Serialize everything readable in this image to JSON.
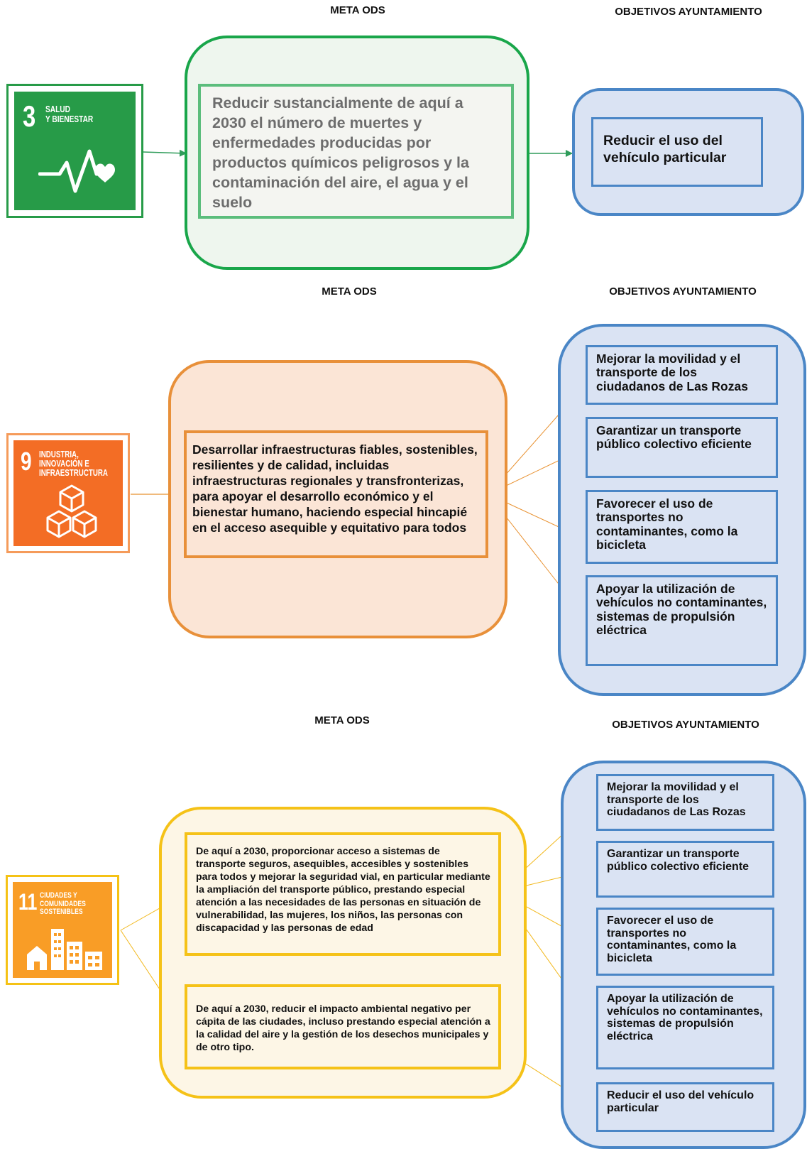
{
  "headers": {
    "meta": "META ODS",
    "objetivos": "OBJETIVOS AYUNTAMIENTO"
  },
  "colors": {
    "sdg3": "#279b48",
    "sdg9": "#f36d25",
    "sdg11": "#f99d26",
    "objective_border": "#4a86c6",
    "objective_fill": "#dae3f3"
  },
  "sections": [
    {
      "sdg": {
        "number": "3",
        "name": "SALUD\nY BIENESTAR",
        "icon": "heartbeat-icon"
      },
      "metas": [
        "Reducir sustancialmente de aquí a 2030 el número de muertes y enfermedades producidas por productos químicos peligrosos y la contaminación del aire, el agua y el suelo"
      ],
      "objetivos": [
        "Reducir el uso del vehículo particular"
      ]
    },
    {
      "sdg": {
        "number": "9",
        "name": "INDUSTRIA,\nINNOVACIÓN E\nINFRAESTRUCTURA",
        "icon": "cubes-icon"
      },
      "metas": [
        "Desarrollar infraestructuras fiables, sostenibles, resilientes y de calidad, incluidas infraestructuras regionales y transfronterizas, para apoyar el desarrollo económico y el bienestar humano, haciendo especial hincapié en el acceso asequible y equitativo para todos"
      ],
      "objetivos": [
        "Mejorar la movilidad y el transporte de los ciudadanos de Las Rozas",
        "Garantizar un transporte público colectivo eficiente",
        "Favorecer el uso de transportes no contaminantes, como la bicicleta",
        "Apoyar la utilización de vehículos no contaminantes, sistemas de propulsión eléctrica"
      ]
    },
    {
      "sdg": {
        "number": "11",
        "name": "CIUDADES Y\nCOMUNIDADES\nSOSTENIBLES",
        "icon": "city-icon"
      },
      "metas": [
        "De aquí a 2030, proporcionar acceso a sistemas de transporte seguros, asequibles, accesibles y sostenibles para todos y mejorar la seguridad vial, en particular mediante la ampliación del transporte público, prestando especial atención a las necesidades de las personas en situación de vulnerabilidad, las mujeres, los niños, las personas con discapacidad y las personas de edad",
        "De aquí a 2030, reducir el impacto ambiental negativo per cápita de las ciudades, incluso prestando especial atención a la calidad del aire y la gestión de los desechos municipales y de otro tipo."
      ],
      "objetivos": [
        "Mejorar la movilidad y el transporte de los ciudadanos de Las Rozas",
        "Garantizar un transporte público colectivo eficiente",
        "Favorecer el uso de transportes no contaminantes, como la bicicleta",
        "Apoyar la utilización de vehículos no contaminantes, sistemas de propulsión eléctrica",
        "Reducir el uso del vehículo particular"
      ]
    }
  ]
}
